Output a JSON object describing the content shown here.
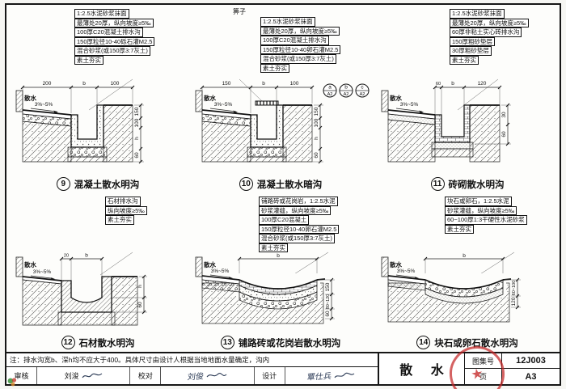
{
  "panels": [
    {
      "number": "9",
      "title": "混凝土散水明沟",
      "apron_label": "散水",
      "slope_label": "3%~5%",
      "notes": [
        "1:2.5水泥砂浆抹面",
        "最薄处20厚，纵向坡度≥5‰",
        "100厚C20混凝土排水沟",
        "150厚粒径10-40砾石灌M2.5",
        "混合砂浆(或150厚3:7灰土)",
        "素土夯实"
      ],
      "dims_top": [
        "200",
        "b",
        "100"
      ],
      "dims_side": [
        "150",
        "100",
        "h",
        "60"
      ]
    },
    {
      "number": "10",
      "title": "混凝土散水暗沟",
      "apron_label": "散水",
      "slope_label": "3%~5%",
      "grate_label": "箅子",
      "bubbles": [
        {
          "letter": "a",
          "ref": "A2"
        },
        {
          "letter": "b",
          "ref": "A2"
        },
        {
          "letter": "c",
          "ref": "A2"
        }
      ],
      "notes": [
        "1:2.5水泥砂浆抹面",
        "最薄处20厚，纵向坡度≥5‰",
        "100厚C20混凝土排水沟",
        "150厚粒径10-40卵石灌M2.5",
        "混合砂浆(或150厚3:7灰土)",
        "素土夯实"
      ],
      "dims_top": [
        "150",
        "b",
        "100"
      ],
      "dims_side": [
        "150",
        "100",
        "h",
        "60"
      ]
    },
    {
      "number": "11",
      "title": "砖砌散水明沟",
      "apron_label": "散水",
      "slope_label": "3%~5%",
      "notes": [
        "1:2.5水泥砂浆抹面",
        "最薄处20厚，纵向坡度≥5‰",
        "60厚非粘土实心砖排水沟",
        "150厚粗砂垫层",
        "30厚粗砂垫层",
        "素土夯实"
      ],
      "dims_top": [
        "60",
        "b",
        "120"
      ],
      "dims_side": [
        "30",
        "60"
      ]
    },
    {
      "number": "12",
      "title": "石材散水明沟",
      "apron_label": "散水",
      "slope_label": "3%~5%",
      "notes": [
        "石材排水沟",
        "纵向坡度≥5‰",
        "素土夯实"
      ],
      "dims_top": [
        "20",
        "b"
      ],
      "dims_side": [
        "h",
        "60"
      ]
    },
    {
      "number": "13",
      "title": "铺路砖或花岗岩散水明沟",
      "apron_label": "散水",
      "slope_label": "3%~5%",
      "notes": [
        "铺路砖或花岗岩，1:2.5水泥",
        "砂浆灌缝，纵向坡度≥5‰",
        "100厚C20混凝土",
        "150厚粒径10-40卵石灌M2.5",
        "混合砂浆(或150厚3:7灰土)",
        "素土夯实"
      ],
      "dims_top": [
        "b"
      ],
      "dims_side": [
        "150",
        "80~120",
        "60"
      ]
    },
    {
      "number": "14",
      "title": "块石或卵石散水明沟",
      "apron_label": "散水",
      "slope_label": "3%~5%",
      "notes": [
        "块石或卵石，1:2.5水泥",
        "砂浆灌缝，纵向坡度≥5‰",
        "60~100厚1:3干硬性水泥砂浆",
        "素土夯实"
      ],
      "dims_top": [
        "b"
      ],
      "dims_side": [
        "60~100",
        "120"
      ]
    }
  ],
  "footnote": "注：排水沟宽b、深h均不应大于400。具体尺寸由设计人根据当地地面水量确定，沟内",
  "titleblock": {
    "drawing_title": "散 水",
    "atlas_no_label": "图集号",
    "atlas_no": "12J003",
    "page_label": "页",
    "page_no": "A3",
    "reviewers": [
      {
        "role": "审核",
        "name": "刘浚"
      },
      {
        "role": "校对",
        "name": "刘俊"
      },
      {
        "role": "设计",
        "name": "覃仕兵"
      }
    ]
  }
}
